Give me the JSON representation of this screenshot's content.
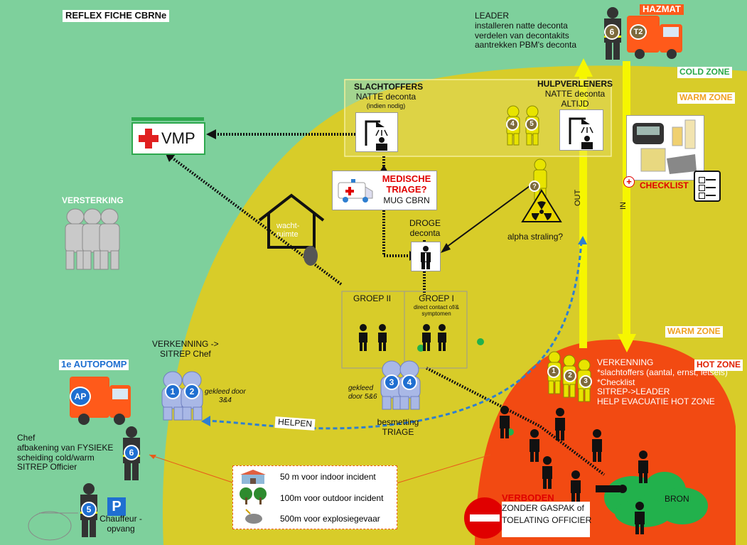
{
  "title": "REFLEX FICHE CBRNe",
  "leader": {
    "title": "LEADER",
    "lines": [
      "installeren natte deconta",
      "verdelen van decontakits",
      "aantrekken PBM's deconta"
    ]
  },
  "hazmat": {
    "label": "HAZMAT",
    "badge": "T2",
    "person_num": "6"
  },
  "zones": {
    "cold": "COLD ZONE",
    "warm1": "WARM ZONE",
    "warm2": "WARM ZONE",
    "hot": "HOT ZONE"
  },
  "slachtoffers": {
    "title": "SLACHTOFFERS",
    "line1": "NATTE deconta",
    "line2": "(indien nodig)"
  },
  "hulpverleners": {
    "title": "HULPVERLENERS",
    "line1": "NATTE deconta",
    "line2": "ALTIJD",
    "nums": [
      "4",
      "5"
    ]
  },
  "vmp": "VMP",
  "medische": {
    "line1": "MEDISCHE",
    "line2": "TRIAGE?",
    "line3": "MUG CBRN"
  },
  "droge": {
    "line1": "DROGE",
    "line2": "deconta"
  },
  "alpha": "alpha straling?",
  "alpha_q": "?",
  "wachtruimte": {
    "line1": "wacht-",
    "line2": "ruimte"
  },
  "versterking": "VERSTERKING",
  "groep2": "GROEP II",
  "groep1": {
    "title": "GROEP I",
    "line1": "direct contact of/&",
    "line2": "symptomen"
  },
  "out": "OUT",
  "in": "IN",
  "checklist": "CHECKLIST",
  "verkenning_left": {
    "line1": "VERKENNING ->",
    "line2": "SITREP Chef"
  },
  "gekleed34": {
    "line1": "gekleed door",
    "line2": "3&4",
    "nums": [
      "1",
      "2"
    ]
  },
  "gekleed56": {
    "line1": "gekleed",
    "line2": "door 5&6",
    "nums": [
      "3",
      "4"
    ]
  },
  "besmetting": {
    "line1": "besmetting",
    "line2": "TRIAGE"
  },
  "helpen": "HELPEN",
  "autopomp": {
    "label": "1e AUTOPOMP",
    "badge": "AP"
  },
  "chef": {
    "lines": [
      "Chef",
      "afbakening van FYSIEKE",
      "scheiding cold/warm",
      "SITREP Officier"
    ],
    "num": "6"
  },
  "chauffeur": {
    "line1": "Chauffeur -",
    "line2": "opvang",
    "num": "5",
    "parking": "P"
  },
  "hot_verkenning": {
    "lines": [
      "VERKENNING",
      "*slachtoffers (aantal, ernst, letsels)",
      "*Checklist",
      "SITREP->LEADER",
      "HELP EVACUATIE HOT ZONE"
    ],
    "nums": [
      "1",
      "2",
      "3"
    ]
  },
  "legend": [
    "50 m voor indoor incident",
    "100m voor outdoor incident",
    "500m voor explosiegevaar"
  ],
  "verboden": {
    "title": "VERBODEN",
    "line1": "ZONDER GASPAK of",
    "line2": "TOELATING OFFICIER"
  },
  "bron": "BRON",
  "colors": {
    "cold": "#7ed09c",
    "warm": "#d8cc29",
    "hot": "#f24a12",
    "arrow": "#f6f600",
    "vmp_red": "#e02020",
    "vmp_green": "#2ea84e",
    "medic_red": "#e00000",
    "truck": "#ff5a1a",
    "badge_blue": "#1f6fd1",
    "dash_blue": "#2f7fd0"
  }
}
